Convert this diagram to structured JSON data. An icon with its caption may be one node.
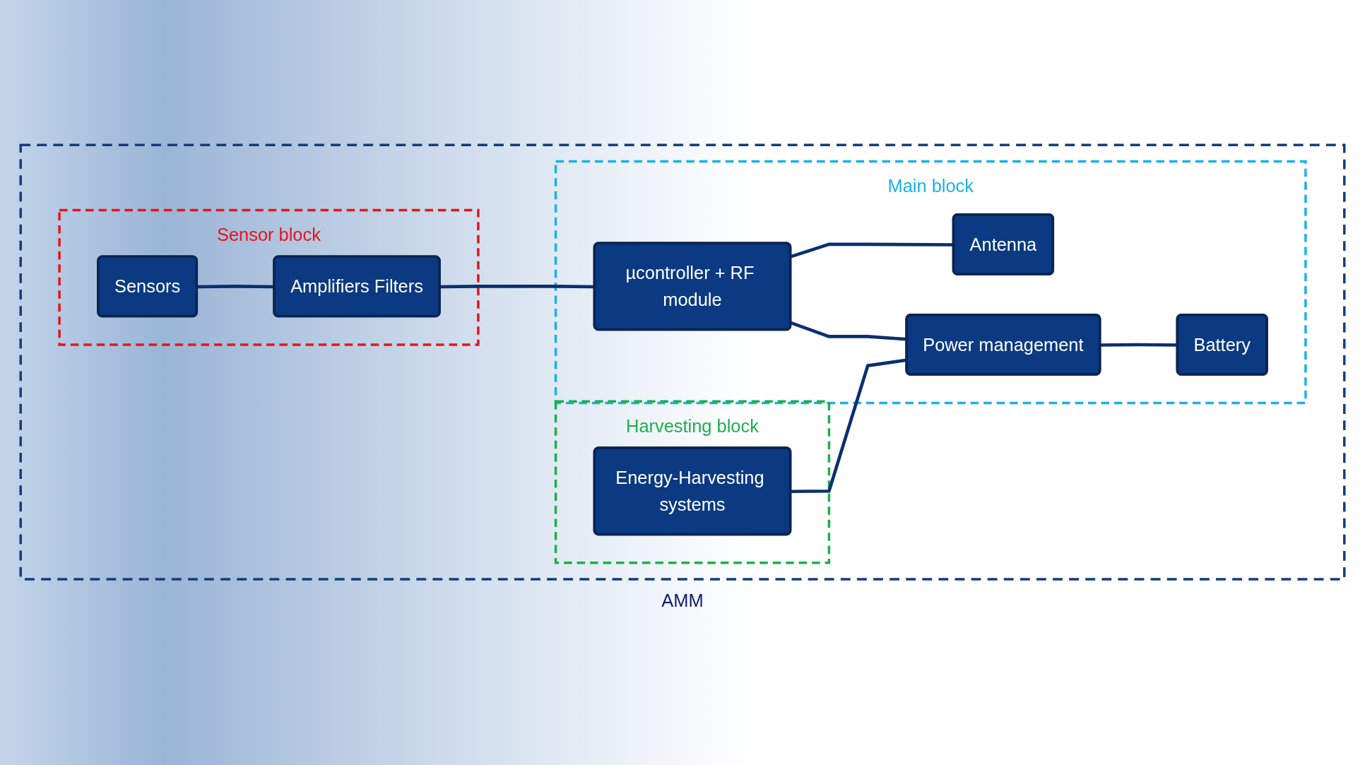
{
  "diagram": {
    "nodes": [
      {
        "text": [
          "AMM"
        ]
      },
      {
        "text": [
          "Sensor block"
        ],
        "in": 0
      },
      {
        "text": [
          "Sensors"
        ],
        "in": 1
      },
      {
        "text": [
          "Amplifiers Filters"
        ],
        "in": 1
      },
      {
        "text": [
          "Harvesting block"
        ],
        "in": 0
      },
      {
        "text": [
          "Energy-Harvesting systems"
        ],
        "in": 4
      },
      {
        "text": [
          "Main block"
        ],
        "in": 0
      },
      {
        "text": [
          "µcontroller + RF module"
        ],
        "in": 6
      },
      {
        "text": [
          "Antenna"
        ],
        "in": 6
      },
      {
        "text": [
          "Power management"
        ],
        "in": 6
      },
      {
        "text": [
          "Battery"
        ],
        "in": 6
      }
    ],
    "edges": [
      {
        "from": 2,
        "to": 3,
        "arrow": "none"
      },
      {
        "from": 3,
        "to": 7,
        "arrow": "none"
      },
      {
        "from": 7,
        "to": 8,
        "arrow": "none"
      },
      {
        "from": 7,
        "to": 9,
        "arrow": "none"
      },
      {
        "from": 5,
        "to": 9,
        "arrow": "none"
      },
      {
        "from": 9,
        "to": 10,
        "arrow": "none"
      }
    ]
  }
}
